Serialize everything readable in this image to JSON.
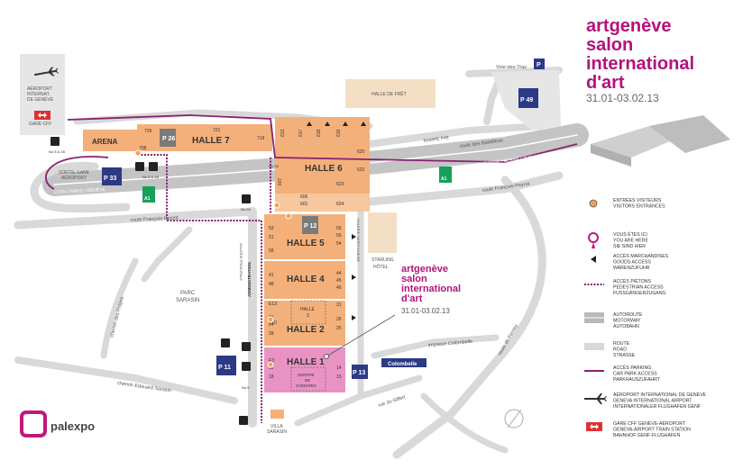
{
  "event": {
    "title_lines": [
      "artgenève",
      "salon",
      "international",
      "d'art"
    ],
    "dates": "31.01-03.02.13"
  },
  "callout": {
    "title_lines": [
      "artgenève",
      "salon",
      "international",
      "d'art"
    ],
    "dates": "31.01-03.02.13"
  },
  "halls": {
    "arena": "ARENA",
    "halle7": "HALLE 7",
    "halle6": "HALLE 6",
    "halle5": "HALLE 5",
    "halle4": "HALLE 4",
    "halle2": "HALLE 2",
    "halle1": "HALLE 1",
    "halle3_line1": "HALLE",
    "halle3_line2": "3",
    "centre_line1": "CENTRE",
    "centre_line2": "DE",
    "centre_line3": "CONGRÈS"
  },
  "places": {
    "airport_lines": [
      "AÉROPORT",
      "INTERNAT.",
      "DE GENÈVE"
    ],
    "gare_cff": "GARE CFF",
    "sortie_lines": [
      "SORTIE GARE",
      "AÉROPORT"
    ],
    "halle_fret": "HALLE DE FRÊT",
    "starling_lines": [
      "STARLING",
      "HÔTEL"
    ],
    "parc_lines": [
      "PARC",
      "SARASIN"
    ],
    "villa_lines": [
      "VILLA",
      "SARASIN"
    ],
    "voie_traz": "Voie-des-Traz",
    "route_batailleux": "route des Batailleux",
    "rampe_p49": "RAMPE P49",
    "lausanne": "LAUSANNE / BERNE / ZURICH",
    "lyon": "LYON / PARIS / GENÈVE",
    "route_peyrot_left": "route François-Peyrot",
    "route_peyrot_right": "route François-Peyrot",
    "chemin_prejins": "chemin des Préjins",
    "chemin_sarasin": "chemin Edouard Sarasin",
    "impasse": "impasse Colombelle",
    "rue_sifert": "rue Jo-Siffert",
    "route_ferney": "route de Ferney",
    "galerie_principale": "GALERIE PRINCIPALE",
    "galerie_marchandise": "GALERIE MARCHANDISE",
    "administration": "ADMINISTRATION",
    "colombelle": "Colombelle"
  },
  "parkings": [
    "P 26",
    "P 33",
    "P 12",
    "P 49",
    "P 11",
    "P 13",
    "P"
  ],
  "motorway_signs": [
    "A1",
    "A1"
  ],
  "bus_labels": [
    "No 5 & 28",
    "No 5 & 28",
    "No 28",
    "No 28",
    "No 5"
  ],
  "entry_numbers": [
    "729",
    "721",
    "719",
    "708",
    "613",
    "617",
    "618",
    "619",
    "620",
    "622",
    "607",
    "606",
    "601",
    "624",
    "623",
    "53",
    "51",
    "58",
    "55",
    "56",
    "54",
    "41",
    "48",
    "44",
    "45",
    "46",
    "E13",
    "31",
    "21",
    "24",
    "E10",
    "28",
    "26",
    "25",
    "E3",
    "11",
    "18",
    "14",
    "15"
  ],
  "brand": "palexpo",
  "legend": [
    {
      "icon": "entrance-dot-icon",
      "lines": [
        "ENTRÉES VISITEURS",
        "VISITORS ENTRANCES"
      ]
    },
    {
      "icon": "you-are-here-pin-icon",
      "lines": [
        "VOUS ÊTES ICI",
        "YOU ARE HERE",
        "SIE SIND HIER"
      ]
    },
    {
      "icon": "goods-access-triangle-icon",
      "lines": [
        "ACCÈS MARCHANDISES",
        "GOODS ACCESS",
        "WARENZUFUHR"
      ]
    },
    {
      "icon": "pedestrian-dotted-line-icon",
      "lines": [
        "ACCÈS PIÉTONS",
        "PEDESTRIAN ACCESS",
        "FUSSGÄNGERZUGANG"
      ]
    },
    {
      "icon": "motorway-swatch-icon",
      "lines": [
        "AUTOROUTE",
        "MOTORWAY",
        "AUTOBAHN"
      ]
    },
    {
      "icon": "road-swatch-icon",
      "lines": [
        "ROUTE",
        "ROAD",
        "STRASSE"
      ]
    },
    {
      "icon": "parking-access-line-icon",
      "lines": [
        "ACCÈS PARKING",
        "CAR PARK ACCESS",
        "PARKHAUSZUFAHRT"
      ]
    },
    {
      "icon": "airplane-icon",
      "lines": [
        "AÉROPORT INTERNATIONAL DE GENÈVE",
        "GENEVA INTERNATIONAL AIRPORT",
        "INTERNATIONALER FLUGHAFEN GENF"
      ]
    },
    {
      "icon": "sbb-train-icon",
      "lines": [
        "GARE CFF GENÈVE-AÉROPORT",
        "GENEVA-AIRPORT TRAIN STATION",
        "BAHNHOF GENF-FLUGHAFEN"
      ]
    }
  ],
  "colors": {
    "hall": "#f4b07a",
    "hall_alt": "#f7c79e",
    "hall1": "#e993c4",
    "accent": "#b3127c",
    "road": "#d8d8d8",
    "motorway": "#b9b9b9",
    "parking": "#2b3a84",
    "motorway_sign": "#16a05a"
  }
}
